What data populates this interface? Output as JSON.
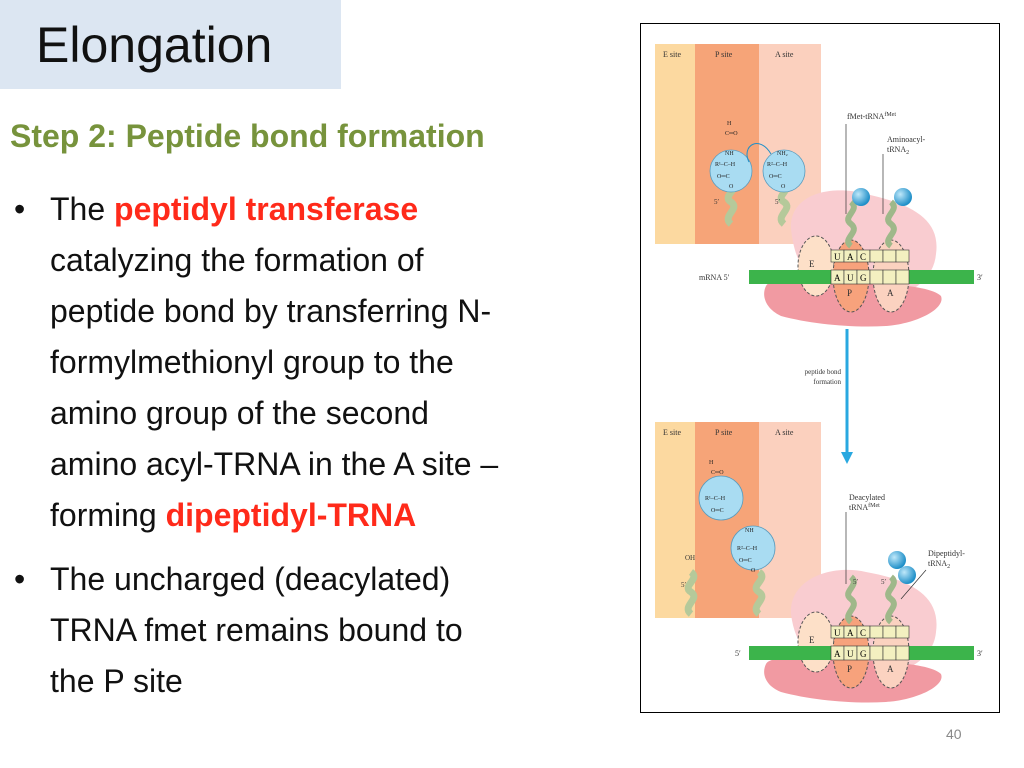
{
  "slide": {
    "title": "Elongation",
    "subtitle": "Step 2: Peptide bond formation",
    "bullet1": {
      "pre": "The ",
      "highlight": "peptidyl transferase",
      "line2": "catalyzing the formation of",
      "line3": "peptide bond by transferring N-",
      "line4": "formylmethionyl group to the",
      "line5": "amino group of the second",
      "line6": "amino acyl-TRNA in the A site –",
      "line7_pre": "forming ",
      "line7_highlight": "dipeptidyl-TRNA"
    },
    "bullet2": {
      "line1": "The uncharged (deacylated)",
      "line2": "TRNA fmet remains bound to",
      "line3": "the P site"
    },
    "bullet_glyph": "•",
    "page_number": "40"
  },
  "figure": {
    "top": {
      "site_e": "E site",
      "site_p": "P site",
      "site_a": "A site",
      "label_fmet": "fMet-tRNA",
      "label_fmet_sup": "fMet",
      "label_aminoacyl1": "Aminoacyl-",
      "label_aminoacyl2": "tRNA",
      "label_aminoacyl_sub": "2",
      "mrna": "mRNA 5′",
      "three_prime": "3′",
      "five_prime_left": "5′",
      "five_prime_right": "5′",
      "codon_top": [
        "U",
        "A",
        "C"
      ],
      "codon_bottom": [
        "A",
        "U",
        "G"
      ],
      "pocket_e": "E",
      "pocket_p": "P",
      "pocket_a": "A",
      "chem_h": "H",
      "chem_c_o": "C═O",
      "chem_nh": "NH",
      "chem_nh2": "NH₂",
      "chem_r1": "R¹–C–H",
      "chem_r2": "R²–C–H",
      "chem_oc": "O═C",
      "chem_o": "O"
    },
    "arrow_label_1": "peptide bond",
    "arrow_label_2": "formation",
    "bottom": {
      "site_e": "E site",
      "site_p": "P site",
      "site_a": "A site",
      "label_deacyl1": "Deacylated",
      "label_deacyl2": "tRNA",
      "label_deacyl_sup": "fMet",
      "label_dipep1": "Dipeptidyl-",
      "label_dipep2": "tRNA",
      "label_dipep_sub": "2",
      "oh": "OH",
      "five_prime_mrna": "5′",
      "three_prime": "3′",
      "five_prime_left": "5′",
      "five_prime_mid": "5′",
      "five_prime_trna": "5′",
      "codon_top": [
        "U",
        "A",
        "C"
      ],
      "codon_bottom": [
        "A",
        "U",
        "G"
      ],
      "pocket_e": "E",
      "pocket_p": "P",
      "pocket_a": "A",
      "chem_h": "H",
      "chem_c_o": "C═O",
      "chem_nh": "NH",
      "chem_r1": "R¹–C–H",
      "chem_r2": "R²–C–H",
      "chem_oc": "O═C",
      "chem_o": "O"
    }
  },
  "colors": {
    "title_bg": "#dce6f2",
    "subtitle": "#77933c",
    "highlight": "#ff2a1a",
    "e_site": "#fcd9a0",
    "p_site": "#f6a478",
    "a_site": "#fbd0be",
    "ribosome_large": "#f9ccd0",
    "ribosome_small": "#f19aa2",
    "mrna": "#3cb44b",
    "codon": "#f3f0c0",
    "trna_ball": "#29a8e0",
    "arrow": "#29a8e0"
  }
}
